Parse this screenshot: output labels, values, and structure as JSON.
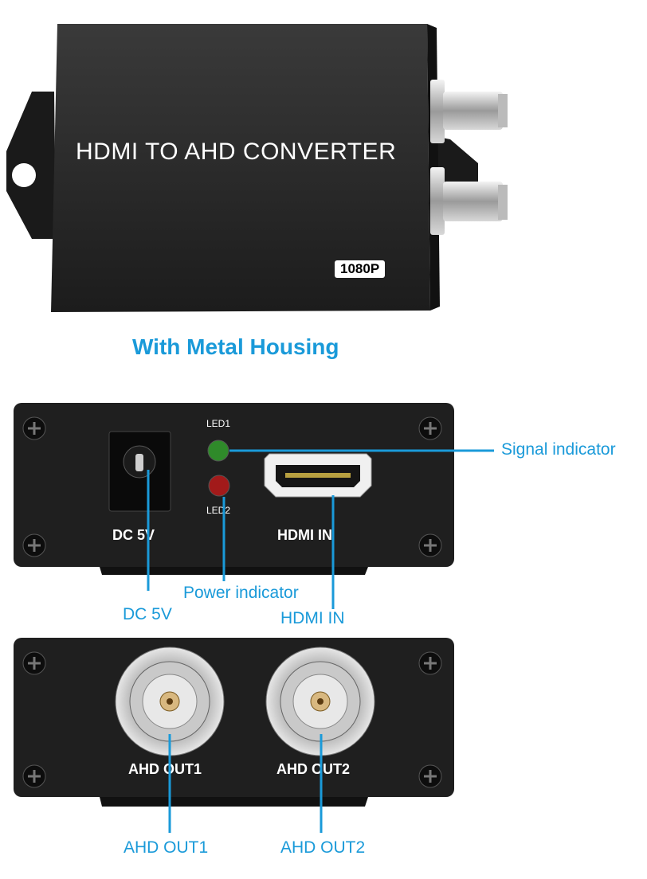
{
  "top_device": {
    "title": "HDMI TO AHD CONVERTER",
    "badge": "1080P"
  },
  "caption": "With Metal Housing",
  "front_panel": {
    "led1": "LED1",
    "led2": "LED2",
    "dc_label": "DC 5V",
    "hdmi_label": "HDMI IN"
  },
  "back_panel": {
    "out1_label": "AHD OUT1",
    "out2_label": "AHD OUT2"
  },
  "callouts": {
    "signal": "Signal indicator",
    "power": "Power indicator",
    "dc": "DC 5V",
    "hdmi": "HDMI IN",
    "out1": "AHD OUT1",
    "out2": "AHD OUT2"
  },
  "colors": {
    "accent": "#1a9ad9",
    "housing": "#222222",
    "led_green": "#2f8a2a",
    "led_red": "#a21a1a"
  }
}
